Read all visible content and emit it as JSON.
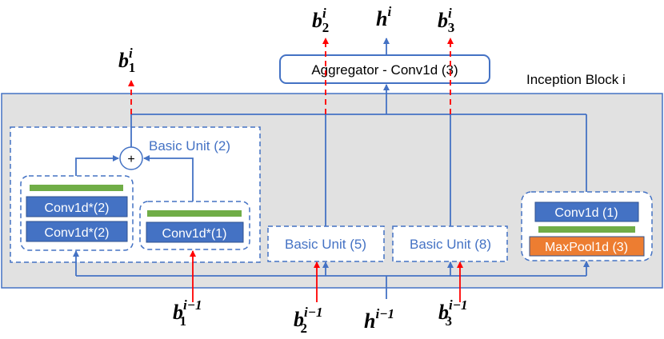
{
  "block_label": "Inception Block i",
  "aggregator": {
    "label": "Aggregator - Conv1d (3)"
  },
  "units": {
    "basic_unit_2": "Basic Unit (2)",
    "conv_a": "Conv1d*(2)",
    "conv_b": "Conv1d*(2)",
    "conv_c": "Conv1d*(1)",
    "basic_unit_5": "Basic Unit (5)",
    "basic_unit_8": "Basic Unit (8)",
    "conv_pool": "Conv1d (1)",
    "maxpool": "MaxPool1d (3)",
    "plus": "+"
  },
  "outputs": {
    "b1": {
      "base": "b",
      "sub": "1",
      "sup": "i"
    },
    "b2": {
      "base": "b",
      "sub": "2",
      "sup": "i"
    },
    "h": {
      "base": "h",
      "sup": "i"
    },
    "b3": {
      "base": "b",
      "sub": "3",
      "sup": "i"
    }
  },
  "inputs": {
    "b1": {
      "base": "b",
      "sub": "1",
      "sup": "i−1"
    },
    "b2": {
      "base": "b",
      "sub": "2",
      "sup": "i−1"
    },
    "h": {
      "base": "h",
      "sup": "i−1"
    },
    "b3": {
      "base": "b",
      "sub": "3",
      "sup": "i−1"
    }
  },
  "colors": {
    "line": "#4472c4",
    "red": "#ff0000",
    "block_fill": "#e1e1e1",
    "conv_fill": "#4472c4",
    "green": "#70ad47",
    "orange": "#ed7d31",
    "text_blue": "#4472c4"
  }
}
